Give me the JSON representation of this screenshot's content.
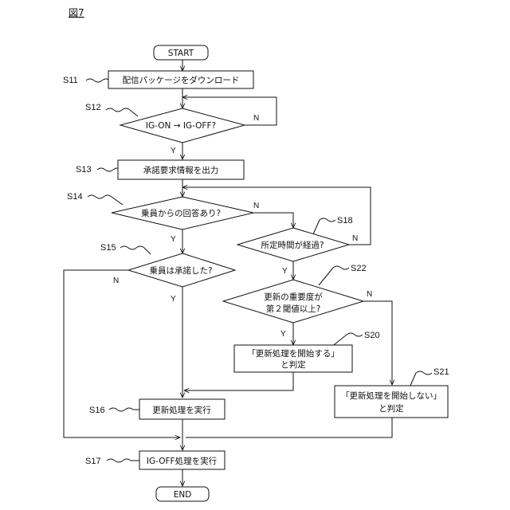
{
  "figure_label": "図7",
  "nodes": {
    "start": "START",
    "s11": "配信パッケージをダウンロード",
    "s12": "IG-ON → IG-OFF?",
    "s13": "承諾要求情報を出力",
    "s14": "乗員からの回答あり?",
    "s15": "乗員は承諾した?",
    "s16": "更新処理を実行",
    "s17": "IG-OFF処理を実行",
    "s18": "所定時間が経過?",
    "s22_line1": "更新の重要度が",
    "s22_line2": "第２閾値以上?",
    "s20_line1": "「更新処理を開始する」",
    "s20_line2": "と判定",
    "s21_line1": "「更新処理を開始しない」",
    "s21_line2": "と判定",
    "end": "END"
  },
  "step_labels": {
    "s11": "S11",
    "s12": "S12",
    "s13": "S13",
    "s14": "S14",
    "s15": "S15",
    "s16": "S16",
    "s17": "S17",
    "s18": "S18",
    "s20": "S20",
    "s21": "S21",
    "s22": "S22"
  },
  "branches": {
    "yes": "Y",
    "no": "N"
  }
}
